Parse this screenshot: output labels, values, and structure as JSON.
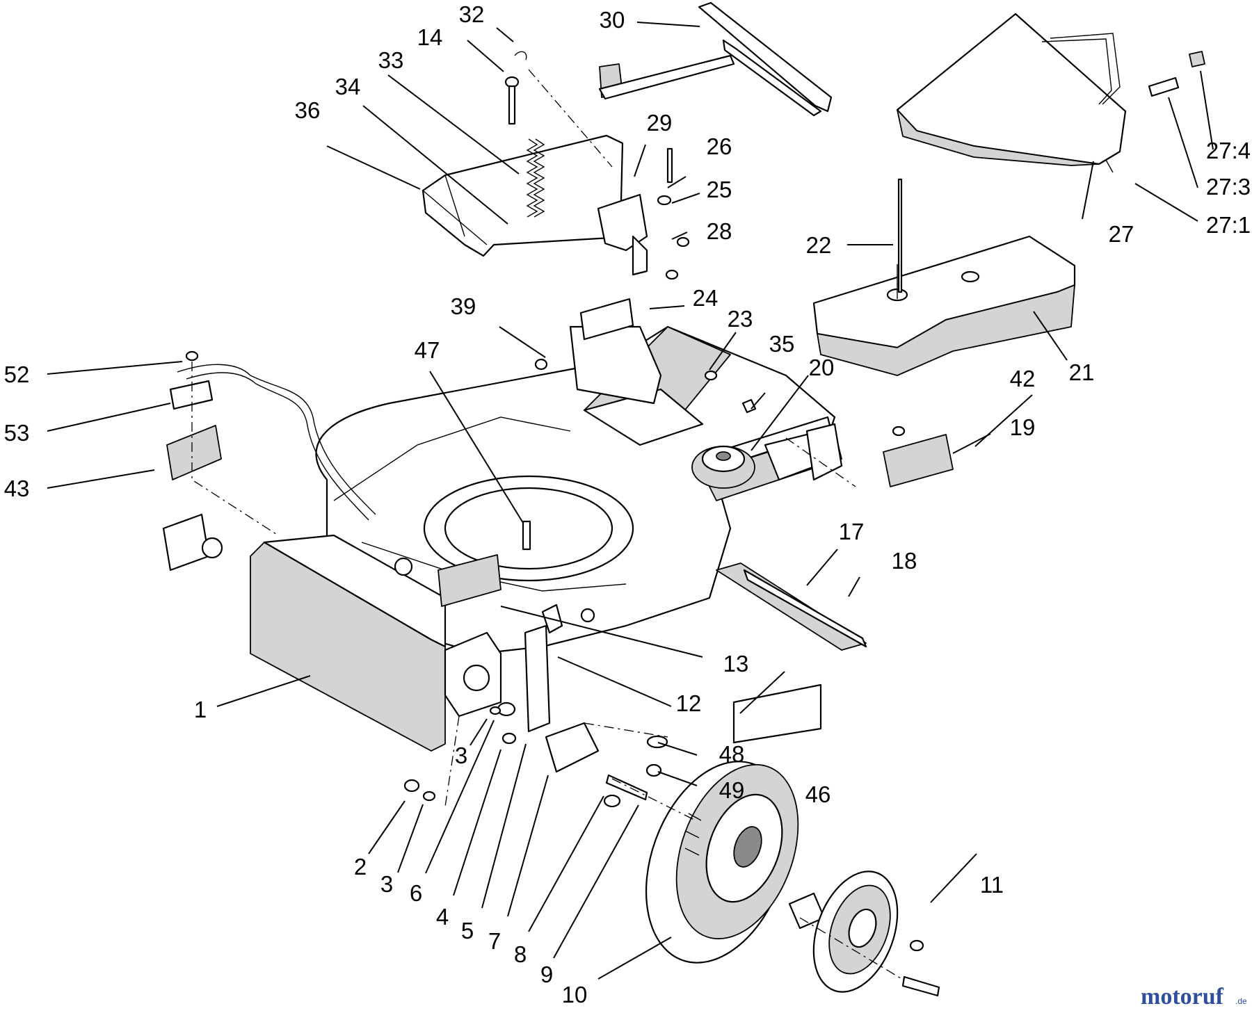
{
  "parts": [
    {
      "id": "1",
      "label": "1"
    },
    {
      "id": "2",
      "label": "2"
    },
    {
      "id": "3a",
      "label": "3"
    },
    {
      "id": "3b",
      "label": "3"
    },
    {
      "id": "4",
      "label": "4"
    },
    {
      "id": "5",
      "label": "5"
    },
    {
      "id": "6",
      "label": "6"
    },
    {
      "id": "7",
      "label": "7"
    },
    {
      "id": "8",
      "label": "8"
    },
    {
      "id": "9",
      "label": "9"
    },
    {
      "id": "10",
      "label": "10"
    },
    {
      "id": "11",
      "label": "11"
    },
    {
      "id": "12",
      "label": "12"
    },
    {
      "id": "13",
      "label": "13"
    },
    {
      "id": "14",
      "label": "14"
    },
    {
      "id": "17",
      "label": "17"
    },
    {
      "id": "18",
      "label": "18"
    },
    {
      "id": "19",
      "label": "19"
    },
    {
      "id": "20",
      "label": "20"
    },
    {
      "id": "21",
      "label": "21"
    },
    {
      "id": "22",
      "label": "22"
    },
    {
      "id": "23",
      "label": "23"
    },
    {
      "id": "24",
      "label": "24"
    },
    {
      "id": "25",
      "label": "25"
    },
    {
      "id": "26",
      "label": "26"
    },
    {
      "id": "27",
      "label": "27"
    },
    {
      "id": "27-1",
      "label": "27:1"
    },
    {
      "id": "27-3",
      "label": "27:3"
    },
    {
      "id": "27-4",
      "label": "27:4"
    },
    {
      "id": "28",
      "label": "28"
    },
    {
      "id": "29",
      "label": "29"
    },
    {
      "id": "30",
      "label": "30"
    },
    {
      "id": "32",
      "label": "32"
    },
    {
      "id": "33",
      "label": "33"
    },
    {
      "id": "34",
      "label": "34"
    },
    {
      "id": "35",
      "label": "35"
    },
    {
      "id": "36",
      "label": "36"
    },
    {
      "id": "39",
      "label": "39"
    },
    {
      "id": "42",
      "label": "42"
    },
    {
      "id": "43",
      "label": "43"
    },
    {
      "id": "46",
      "label": "46"
    },
    {
      "id": "47",
      "label": "47"
    },
    {
      "id": "48",
      "label": "48"
    },
    {
      "id": "49",
      "label": "49"
    },
    {
      "id": "52",
      "label": "52"
    },
    {
      "id": "53",
      "label": "53"
    }
  ],
  "watermark": {
    "text": "motoruf",
    "suffix": ".de",
    "color": "#2f4f9e"
  }
}
